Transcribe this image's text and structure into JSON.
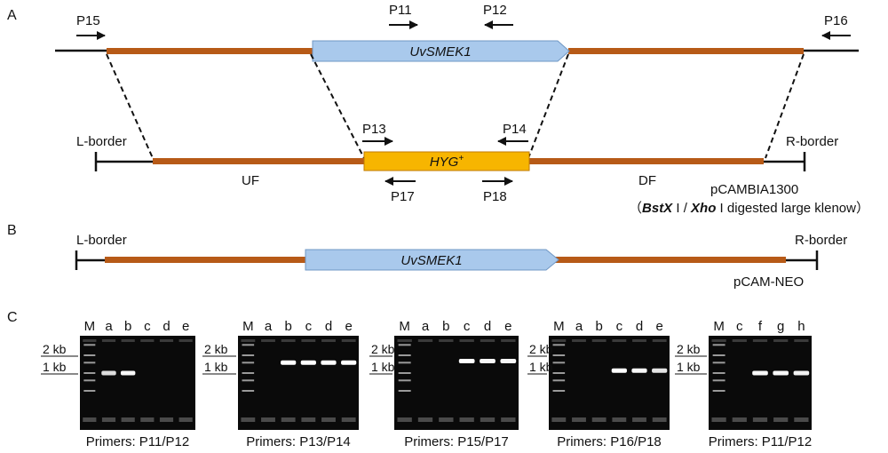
{
  "panels": {
    "a": "A",
    "b": "B",
    "c": "C"
  },
  "primers_top": {
    "p15": "P15",
    "p11": "P11",
    "p12": "P12",
    "p16": "P16"
  },
  "gene_top": "UvSMEK1",
  "hyg": {
    "name": "HYG",
    "sup": "+"
  },
  "construct_a": {
    "l_border": "L-border",
    "r_border": "R-border",
    "p13": "P13",
    "p14": "P14",
    "p17": "P17",
    "p18": "P18",
    "uf": "UF",
    "df": "DF",
    "vector": "pCAMBIA1300",
    "digest": {
      "open": "（",
      "enzyme1": "BstX",
      "mid1": " I / ",
      "enzyme2": "Xho",
      "mid2": " I digested large klenow）"
    }
  },
  "construct_b": {
    "l_border": "L-border",
    "r_border": "R-border",
    "gene": "UvSMEK1",
    "vector": "pCAM-NEO"
  },
  "gels": [
    {
      "lanes": [
        "M",
        "a",
        "b",
        "c",
        "d",
        "e"
      ],
      "markers": [
        "2 kb",
        "1 kb"
      ],
      "caption": "Primers: P11/P12",
      "bands": [
        {
          "lane": 1,
          "size": 1.0,
          "brightness": 0.75
        },
        {
          "lane": 2,
          "size": 1.0,
          "brightness": 0.95
        }
      ]
    },
    {
      "lanes": [
        "M",
        "a",
        "b",
        "c",
        "d",
        "e"
      ],
      "markers": [
        "2 kb",
        "1 kb"
      ],
      "caption": "Primers: P13/P14",
      "bands": [
        {
          "lane": 2,
          "size": 1.5,
          "brightness": 1
        },
        {
          "lane": 3,
          "size": 1.5,
          "brightness": 1
        },
        {
          "lane": 4,
          "size": 1.5,
          "brightness": 1
        },
        {
          "lane": 5,
          "size": 1.5,
          "brightness": 1
        }
      ]
    },
    {
      "lanes": [
        "M",
        "a",
        "b",
        "c",
        "d",
        "e"
      ],
      "markers": [
        "2 kb",
        "1 kb"
      ],
      "caption": "Primers: P15/P17",
      "bands": [
        {
          "lane": 3,
          "size": 1.6,
          "brightness": 1
        },
        {
          "lane": 4,
          "size": 1.6,
          "brightness": 0.95
        },
        {
          "lane": 5,
          "size": 1.6,
          "brightness": 0.95
        }
      ]
    },
    {
      "lanes": [
        "M",
        "a",
        "b",
        "c",
        "d",
        "e"
      ],
      "markers": [
        "2 kb",
        "1 kb"
      ],
      "caption": "Primers: P16/P18",
      "bands": [
        {
          "lane": 3,
          "size": 1.1,
          "brightness": 1
        },
        {
          "lane": 4,
          "size": 1.1,
          "brightness": 0.95
        },
        {
          "lane": 5,
          "size": 1.1,
          "brightness": 0.8
        }
      ]
    },
    {
      "lanes": [
        "M",
        "c",
        "f",
        "g",
        "h"
      ],
      "markers": [
        "2 kb",
        "1 kb"
      ],
      "caption": "Primers: P11/P12",
      "bands": [
        {
          "lane": 2,
          "size": 1.0,
          "brightness": 0.95
        },
        {
          "lane": 3,
          "size": 1.0,
          "brightness": 0.95
        },
        {
          "lane": 4,
          "size": 1.0,
          "brightness": 0.9
        }
      ]
    }
  ],
  "colors": {
    "flank": "#b75a17",
    "gene_fill": "#a9c9ec",
    "gene_stroke": "#6f97c4",
    "hyg_fill": "#f7b500",
    "hyg_stroke": "#c07a00"
  }
}
